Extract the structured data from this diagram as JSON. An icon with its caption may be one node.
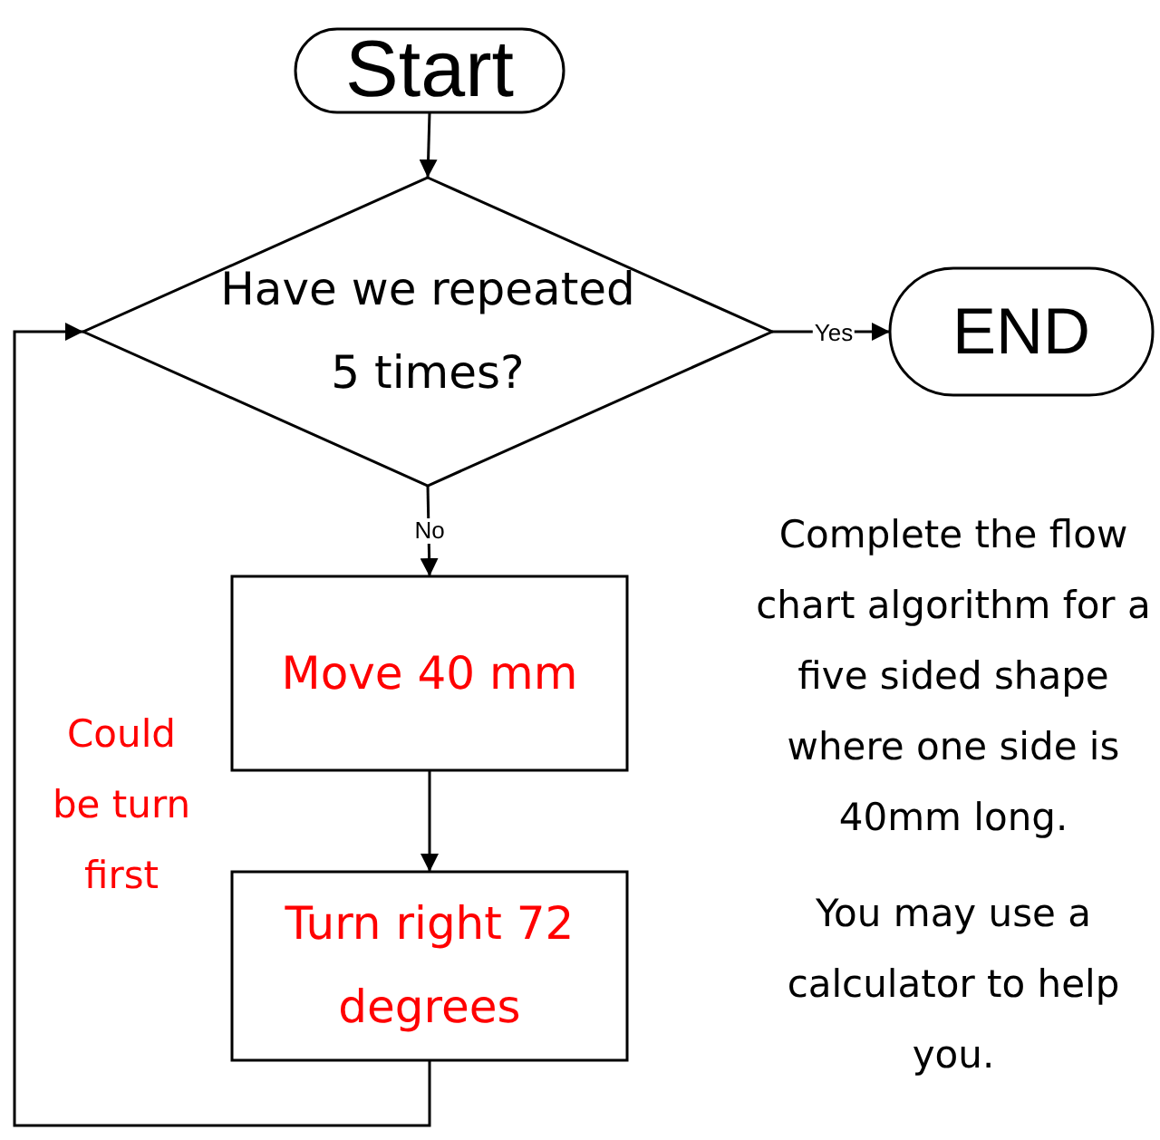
{
  "diagram": {
    "nodes": [
      {
        "text": [
          "Start"
        ]
      },
      {
        "text": [
          "Have we repeated 5 times?"
        ]
      },
      {
        "text": [
          "END"
        ]
      },
      {
        "text": [
          "Move 40 mm"
        ]
      },
      {
        "text": [
          "Turn right 72 degrees"
        ]
      }
    ],
    "edges": [
      {
        "from": 0,
        "to": 1,
        "arrow": "to"
      },
      {
        "from": 1,
        "to": 2,
        "label": "Yes",
        "arrow": "to"
      },
      {
        "from": 1,
        "to": 3,
        "label": "No",
        "arrow": "to"
      },
      {
        "from": 3,
        "to": 4,
        "arrow": "to"
      },
      {
        "from": 4,
        "to": 1,
        "arrow": "to"
      }
    ],
    "labels": [
      "Could be turn first",
      "Complete the flow chart algorithm for a five sided shape where one side is 40mm long.",
      "You may use a calculator to help you."
    ]
  }
}
